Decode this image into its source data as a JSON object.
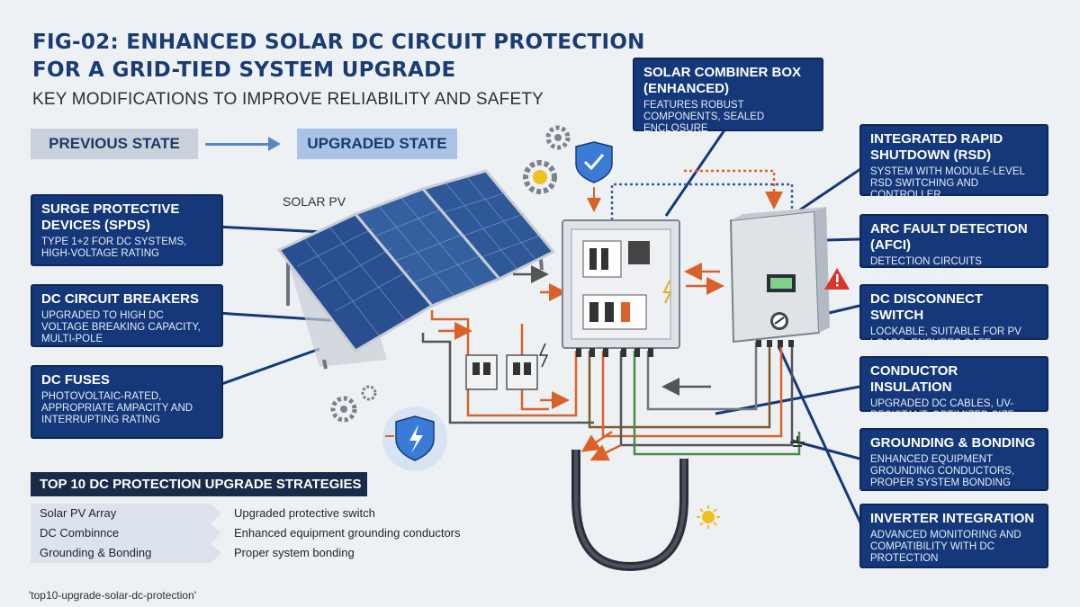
{
  "header": {
    "title_line1": "FIG-02: ENHANCED SOLAR DC CIRCUIT PROTECTION",
    "title_line2": "FOR A GRID-TIED SYSTEM UPGRADE",
    "subtitle": "KEY MODIFICATIONS TO IMPROVE RELIABILITY AND SAFETY"
  },
  "states": {
    "previous": "PREVIOUS STATE",
    "upgraded": "UPGRADED STATE"
  },
  "diagram": {
    "pv_label": "SOLAR PV"
  },
  "callouts": {
    "spd": {
      "title": "SURGE PROTECTIVE DEVICES (SPDs)",
      "desc": "TYPE 1+2 FOR DC SYSTEMS, HIGH-VOLTAGE RATING"
    },
    "breakers": {
      "title": "DC CIRCUIT BREAKERS",
      "desc": "UPGRADED TO HIGH DC VOLTAGE BREAKING CAPACITY, MULTI-POLE"
    },
    "fuses": {
      "title": "DC FUSES",
      "desc": "PHOTOVOLTAIC-RATED, APPROPRIATE AMPACITY AND INTERRUPTING RATING"
    },
    "combiner": {
      "title": "SOLAR COMBINER BOX (ENHANCED)",
      "desc": "FEATURES ROBUST COMPONENTS, SEALED ENCLOSURE"
    },
    "rsd": {
      "title": "INTEGRATED RAPID SHUTDOWN (RSD)",
      "desc": "SYSTEM WITH MODULE-LEVEL RSD SWITCHING AND CONTROLLER"
    },
    "afci": {
      "title": "ARC FAULT DETECTION (AFCI)",
      "desc": "DETECTION CIRCUITS INTEGRATED INTO INVERTER/COMBINER"
    },
    "disconnect": {
      "title": "DC DISCONNECT SWITCH",
      "desc": "LOCKABLE, SUITABLE FOR PV LOADS, ENSURES SAFE ISOLATION"
    },
    "insulation": {
      "title": "CONDUCTOR INSULATION",
      "desc": "UPGRADED DC CABLES, UV-RESISTANT, OPTIMIZED SIZE"
    },
    "grounding": {
      "title": "GROUNDING & BONDING",
      "desc": "ENHANCED EQUIPMENT GROUNDING CONDUCTORS, PROPER SYSTEM BONDING"
    },
    "inverter": {
      "title": "INVERTER INTEGRATION",
      "desc": "ADVANCED MONITORING AND COMPATIBILITY WITH DC PROTECTION"
    }
  },
  "strategies": {
    "title": "TOP 10 DC PROTECTION UPGRADE STRATEGIES",
    "rows": [
      {
        "item": "Solar PV Array",
        "detail": "Upgraded protective switch"
      },
      {
        "item": "DC Combinnce",
        "detail": "Enhanced equipment grounding conductors"
      },
      {
        "item": "Grounding & Bonding",
        "detail": "Proper system bonding"
      }
    ]
  },
  "footer": "'top10-upgrade-solar-dc-protection'",
  "colors": {
    "callout_bg": "#14387a",
    "title": "#1a3c74",
    "wire_orange": "#d9622b",
    "arrow_blue": "#5a86c4",
    "warning_red": "#d9362b"
  }
}
